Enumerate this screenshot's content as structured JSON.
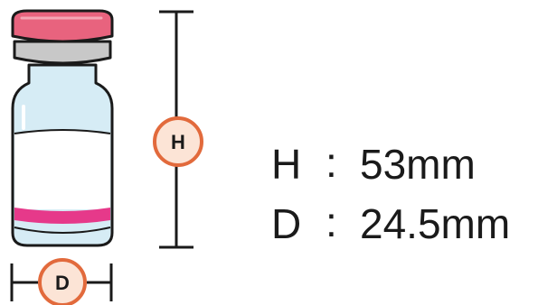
{
  "badges": {
    "height_letter": "H",
    "diameter_letter": "D"
  },
  "specs": [
    {
      "label": "H",
      "separator": ":",
      "value": "53mm"
    },
    {
      "label": "D",
      "separator": ":",
      "value": "24.5mm"
    }
  ],
  "colors": {
    "cap_top": "#e8637e",
    "cap_side": "#c8c8c8",
    "label_band": "#e6398a",
    "glass_tint": "#d6ecf5",
    "badge_ring": "#e26a3c",
    "badge_fill": "#fce4d6",
    "line": "#1a1a1a"
  }
}
